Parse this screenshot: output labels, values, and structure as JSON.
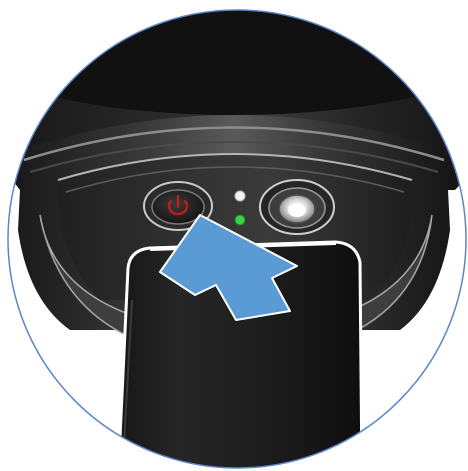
{
  "illustration": {
    "subject": "handheld-device-base",
    "controls": [
      {
        "name": "power-button",
        "icon": "power-icon"
      },
      {
        "name": "status-led-top"
      },
      {
        "name": "status-led-green"
      },
      {
        "name": "round-connector-socket"
      }
    ],
    "callout": {
      "icon": "arrow-icon"
    }
  },
  "colors": {
    "frame_outline": "#5b87c8",
    "body_dark": "#1c1c1c",
    "body_mid": "#2e2e2e",
    "body_light": "#555555",
    "rim_highlight": "#9a9a9a",
    "power_symbol": "#d01818",
    "led_white": "#f2f2f2",
    "led_green": "#39d24a",
    "arrow_fill": "#5b9bd5",
    "arrow_stroke": "#ffffff"
  }
}
